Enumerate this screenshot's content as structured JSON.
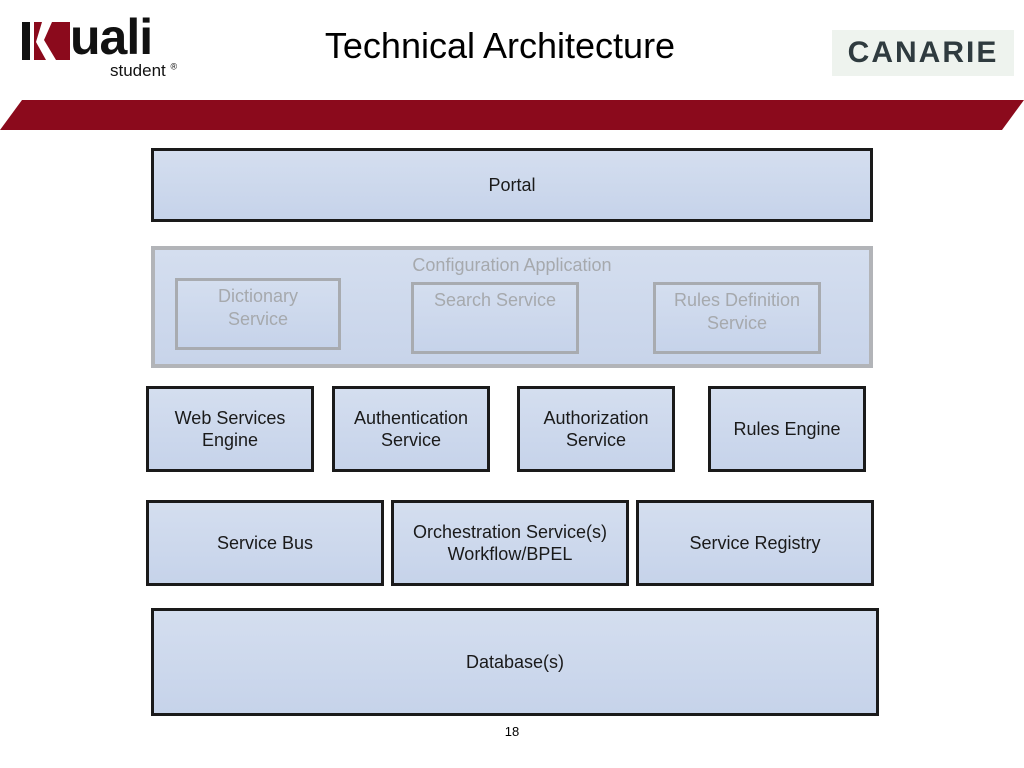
{
  "header": {
    "title": "Technical Architecture",
    "logo_left": {
      "word": "uali",
      "sub": "student",
      "reg": "®"
    },
    "logo_right": "CANARIE"
  },
  "colors": {
    "banner": "#8b0a1c",
    "box_fill": "#cbd6ec",
    "box_border": "#1a1a1a",
    "faded_border": "#b2b4b8",
    "faded_text": "#a6a9ad"
  },
  "diagram": {
    "portal": "Portal",
    "config_app": {
      "label": "Configuration Application",
      "dictionary": "Dictionary\nService",
      "search": "Search Service",
      "rules_def": "Rules Definition\nService"
    },
    "row3": {
      "web_services": "Web Services\nEngine",
      "authentication": "Authentication\nService",
      "authorization": "Authorization\nService",
      "rules_engine": "Rules Engine"
    },
    "row4": {
      "service_bus": "Service Bus",
      "orchestration": "Orchestration Service(s)\nWorkflow/BPEL",
      "service_registry": "Service Registry"
    },
    "database": "Database(s)"
  },
  "footer": {
    "page_number": "18"
  }
}
